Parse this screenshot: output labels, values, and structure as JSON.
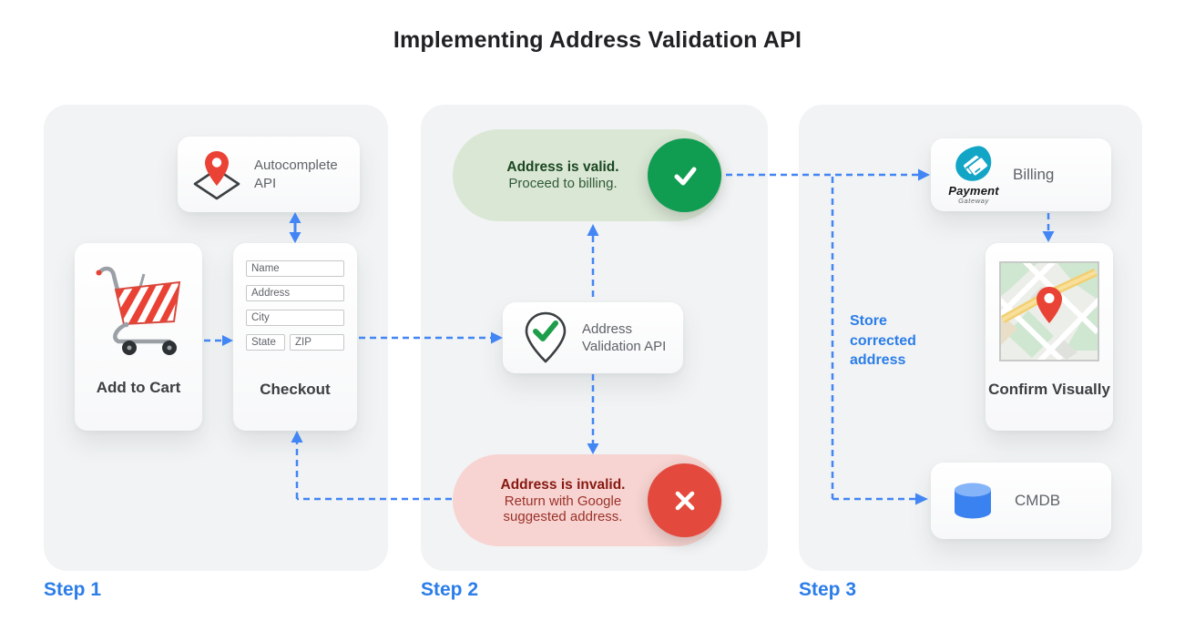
{
  "title": "Implementing Address Validation API",
  "colors": {
    "arrow_blue": "#4285f4",
    "step_label_blue": "#2b7de9",
    "valid_green": "#109d52",
    "valid_pill_bg": "#dbe7d5",
    "invalid_red": "#e4493d",
    "invalid_pill_bg": "#f7d4d1",
    "panel_gray": "#f1f3f4",
    "pin_red": "#ea4335",
    "gateway_teal": "#12a5c6",
    "database_blue": "#3b82f1"
  },
  "steps": {
    "step1": {
      "label": "Step 1",
      "autocomplete_card": {
        "label": "Autocomplete API"
      },
      "add_to_cart_card": {
        "label": "Add to Cart"
      },
      "checkout_card": {
        "label": "Checkout",
        "fields": [
          "Name",
          "Address",
          "City",
          "State",
          "ZIP"
        ]
      }
    },
    "step2": {
      "label": "Step 2",
      "valid_pill": {
        "title": "Address is valid.",
        "subtitle": "Proceed to billing."
      },
      "validation_card": {
        "label": "Address Validation API"
      },
      "invalid_pill": {
        "title": "Address is invalid.",
        "subtitle": "Return with Google suggested address."
      }
    },
    "step3": {
      "label": "Step 3",
      "billing_card": {
        "label": "Billing",
        "logo_title": "Payment",
        "logo_subtitle": "Gateway"
      },
      "confirm_card": {
        "label": "Confirm Visually"
      },
      "cmdb_card": {
        "label": "CMDB"
      },
      "store_note": "Store corrected address"
    }
  }
}
